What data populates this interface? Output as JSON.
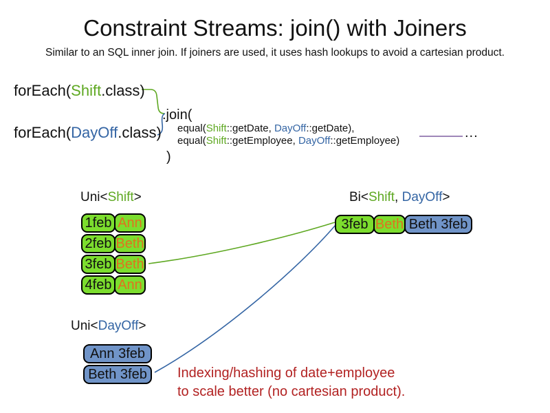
{
  "slide": {
    "title": "Constraint Streams: join() with Joiners",
    "subtitle": "Similar to an SQL inner join. If joiners are used, it uses hash lookups to avoid a cartesian product."
  },
  "code": {
    "foreach_shift": {
      "prefix": "forEach(",
      "class_name": "Shift",
      "suffix": ".class)"
    },
    "foreach_dayoff": {
      "prefix": "forEach(",
      "class_name": "DayOff",
      "suffix": ".class)"
    },
    "join_open": ".join(",
    "joiner_date": {
      "prefix": "equal(",
      "left_class": "Shift",
      "left_rest": "::getDate, ",
      "right_class": "DayOff",
      "right_rest": "::getDate),"
    },
    "joiner_employee": {
      "prefix": "equal(",
      "left_class": "Shift",
      "left_rest": "::getEmployee, ",
      "right_class": "DayOff",
      "right_rest": "::getEmployee)"
    },
    "join_close": ")",
    "ellipsis": "..."
  },
  "uni_shift": {
    "label": {
      "prefix": "Uni<",
      "class_name": "Shift",
      "suffix": ">"
    },
    "rows": [
      {
        "date": "1feb",
        "employee": "Ann"
      },
      {
        "date": "2feb",
        "employee": "Beth"
      },
      {
        "date": "3feb",
        "employee": "Beth"
      },
      {
        "date": "4feb",
        "employee": "Ann"
      }
    ]
  },
  "bi_result": {
    "label": {
      "prefix": "Bi<",
      "class1": "Shift",
      "separator": ", ",
      "class2": "DayOff",
      "suffix": ">"
    },
    "row": {
      "date": "3feb",
      "employee": "Beth",
      "dayoff": "Beth 3feb"
    }
  },
  "uni_dayoff": {
    "label": {
      "prefix": "Uni<",
      "class_name": "DayOff",
      "suffix": ">"
    },
    "rows": [
      {
        "text": "Ann 3feb"
      },
      {
        "text": "Beth 3feb"
      }
    ]
  },
  "note": {
    "line1": "Indexing/hashing of date+employee",
    "line2": "to scale better (no cartesian product)."
  },
  "colors": {
    "shift_green_text": "#5ea821",
    "dayoff_blue_text": "#3465a4",
    "employee_orange_text": "#e0711f",
    "shift_box_green": "#7cdd2e",
    "dayoff_box_blue": "#7094c8",
    "note_red_text": "#b22222",
    "connector_green": "#5ea821",
    "connector_blue": "#3465a4",
    "joiner_purple_line": "#7e5fa0"
  }
}
